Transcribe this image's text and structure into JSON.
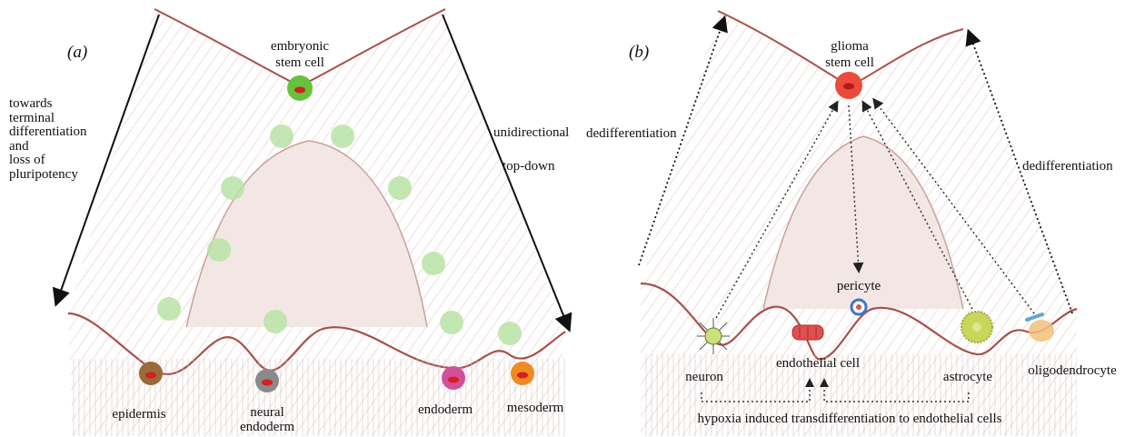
{
  "panel_a": {
    "letter": "(a)",
    "top_cell": "embryonic\nstem cell",
    "left_arrow_text": "towards\nterminal\ndifferentiation\nand\nloss of\npluripotency",
    "right_arrow_text_1": "unidirectional",
    "right_arrow_text_2": "top-down",
    "bottom_cells": [
      "epidermis",
      "neural\nendoderm",
      "endoderm",
      "mesoderm"
    ],
    "colors": {
      "stem": "#66c23a",
      "path": "#b9e3a6",
      "epidermis": "#9a6a3a",
      "neural": "#8a8a8a",
      "endoderm": "#d24f9b",
      "mesoderm": "#f08a22",
      "nucleus": "#d32020"
    }
  },
  "panel_b": {
    "letter": "(b)",
    "top_cell": "glioma\nstem cell",
    "left_arrow_text": "dedifferentiation",
    "right_arrow_text": "dedifferentiation",
    "pericyte": "pericyte",
    "bottom_cells": [
      "neuron",
      "endothelial cell",
      "astrocyte",
      "oligodendrocyte"
    ],
    "bottom_caption": "hypoxia induced transdifferentiation to endothelial cells",
    "colors": {
      "glioma": "#ea4b3a",
      "neuron": "#c9e27a",
      "endothelial": "#e05050",
      "astrocyte": "#c8d65a",
      "oligo": "#f2c27a",
      "pericyte": "#3a78c8"
    }
  }
}
